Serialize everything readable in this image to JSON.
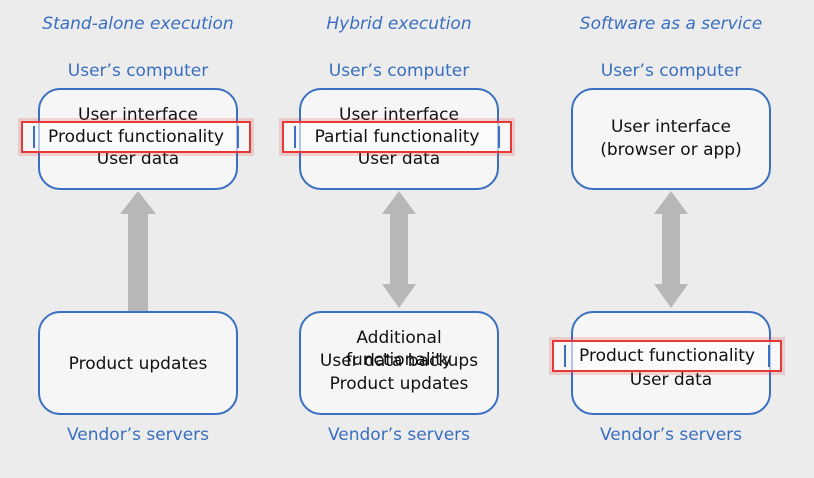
{
  "columns": [
    {
      "title": "Stand-alone execution",
      "top_label": "User’s computer",
      "bottom_label": "Vendor’s servers",
      "top_box": {
        "line1": "User interface",
        "highlight": "Product functionality",
        "line3": "User data"
      },
      "bottom_box": {
        "line1": "Product updates"
      }
    },
    {
      "title": "Hybrid execution",
      "top_label": "User’s computer",
      "bottom_label": "Vendor’s servers",
      "top_box": {
        "line1": "User interface",
        "highlight": "Partial functionality",
        "line3": "User data"
      },
      "bottom_box": {
        "line1": "Additional functionality",
        "line2": "User data backups",
        "line3": "Product updates"
      }
    },
    {
      "title": "Software as a service",
      "top_label": "User’s computer",
      "bottom_label": "Vendor’s servers",
      "top_box": {
        "line1": "User interface",
        "line2": "(browser or app)"
      },
      "bottom_box": {
        "highlight": "Product functionality",
        "line3": "User data"
      }
    }
  ],
  "colors": {
    "accent_blue": "#3b6fc2",
    "highlight_red": "#e53935",
    "arrow_gray": "#b7b7b7"
  }
}
